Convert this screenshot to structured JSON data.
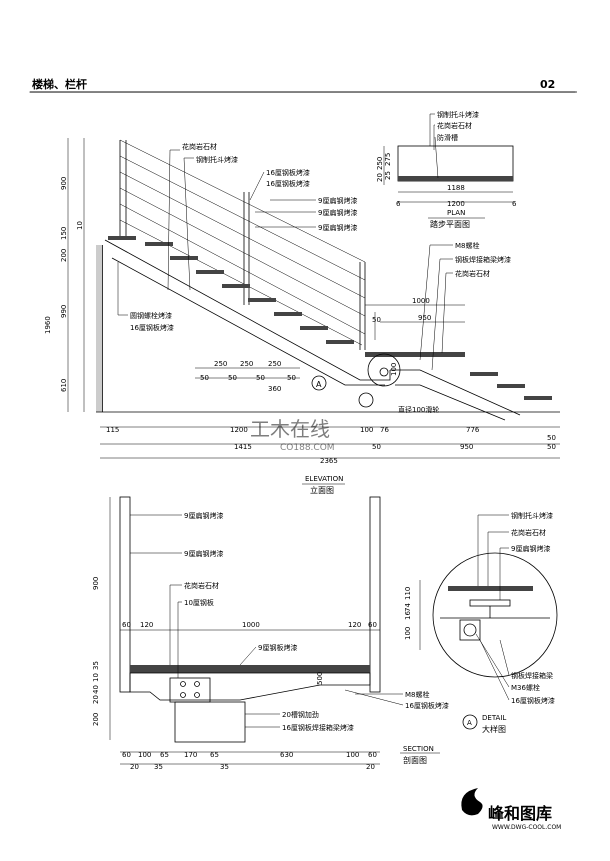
{
  "sheet": {
    "title": "楼梯、栏杆",
    "page_number": "02",
    "watermark": "工木在线",
    "watermark_url": "CO188.COM",
    "brand_name": "峰和图库",
    "brand_url": "WWW.DWG-COOL.COM"
  },
  "elevation": {
    "title_en": "ELEVATION",
    "title_zh": "立面图",
    "callouts": [
      "花岗岩石材",
      "钢制托斗烤漆",
      "16厘钢板烤漆",
      "16厘钢板烤漆",
      "9厘扁钢烤漆",
      "9厘扁钢烤漆",
      "9厘扁钢烤漆",
      "圆钢螺栓烤漆",
      "16厘钢板烤漆",
      "M8螺栓",
      "钢板焊接箱梁烤漆",
      "花岗岩石材",
      "直径100滑轮"
    ],
    "left_dims": [
      "900",
      "150",
      "200",
      "10",
      "990",
      "1960",
      "610"
    ],
    "step_dims": [
      "250",
      "250",
      "250",
      "50",
      "50",
      "50",
      "360",
      "50"
    ],
    "right_dims": [
      "1000",
      "50",
      "950",
      "100"
    ],
    "bottom_dims_row1": [
      "115",
      "1200",
      "100",
      "76",
      "776",
      "50"
    ],
    "bottom_dims_row2": [
      "1415",
      "50",
      "950",
      "50"
    ],
    "bottom_dims_row3": [
      "2365"
    ],
    "detail_marker": "A"
  },
  "plan": {
    "title_en": "PLAN",
    "title_zh": "踏步平面图",
    "callouts": [
      "钢制托斗烤漆",
      "花岗岩石材",
      "防滑槽"
    ],
    "left_dims": [
      "250",
      "275",
      "25",
      "20"
    ],
    "bottom_dims": [
      "1188",
      "6",
      "1200",
      "6"
    ]
  },
  "section": {
    "title_en": "SECTION",
    "title_zh": "剖面图",
    "callouts": [
      "9厘扁钢烤漆",
      "9厘扁钢烤漆",
      "花岗岩石材",
      "10厘钢板",
      "9厘钢板烤漆",
      "M8螺栓",
      "16厘钢板烤漆",
      "20槽钢加劲",
      "16厘钢板焊接箱梁烤漆"
    ],
    "left_dims": [
      "900",
      "35",
      "10",
      "40",
      "20",
      "200"
    ],
    "top_dims": [
      "60",
      "120",
      "1000",
      "120",
      "60"
    ],
    "inner_dim": "500",
    "bottom_dims_row1": [
      "60",
      "100",
      "65",
      "170",
      "65",
      "630",
      "100",
      "60"
    ],
    "bottom_dims_row2": [
      "20",
      "35",
      "35",
      "20"
    ]
  },
  "detail": {
    "marker": "A",
    "title_en": "DETAIL",
    "title_zh": "大样图",
    "callouts": [
      "钢制托斗烤漆",
      "花岗岩石材",
      "9厘扁钢烤漆",
      "钢板焊接箱梁",
      "M36螺栓",
      "16厘钢板烤漆"
    ],
    "left_dims": [
      "110",
      "74",
      "16",
      "100"
    ]
  }
}
